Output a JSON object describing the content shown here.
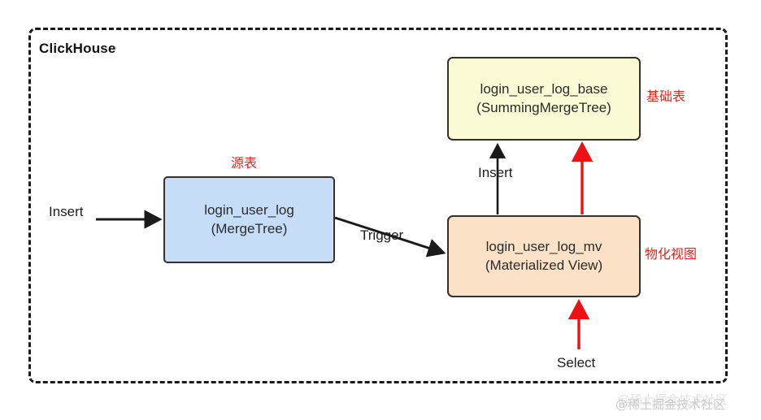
{
  "diagram": {
    "frame": {
      "title": "ClickHouse",
      "border_style": "dashed",
      "border_color": "#1a1a1a"
    },
    "nodes": [
      {
        "id": "base-table",
        "line1": "login_user_log_base",
        "line2": "(SummingMergeTree)",
        "fill": "#fbfbd6",
        "annotation": "基础表"
      },
      {
        "id": "source-table",
        "line1": "login_user_log",
        "line2": "(MergeTree)",
        "fill": "#c5ddf7",
        "annotation": "源表"
      },
      {
        "id": "materialized-view",
        "line1": "login_user_log_mv",
        "line2": "(Materialized View)",
        "fill": "#fbe1c5",
        "annotation": "物化视图"
      }
    ],
    "edges": [
      {
        "id": "insert-into-source",
        "label": "Insert",
        "color": "#1a1a1a"
      },
      {
        "id": "source-triggers-mv",
        "label": "Trigger",
        "color": "#1a1a1a"
      },
      {
        "id": "mv-insert-base",
        "label": "Insert",
        "color": "#1a1a1a"
      },
      {
        "id": "mv-reads-base",
        "label": "",
        "color": "#ee1111"
      },
      {
        "id": "select-from-mv",
        "label": "Select",
        "color": "#ee1111"
      }
    ],
    "watermark": "@稀土掘金技术社区"
  }
}
